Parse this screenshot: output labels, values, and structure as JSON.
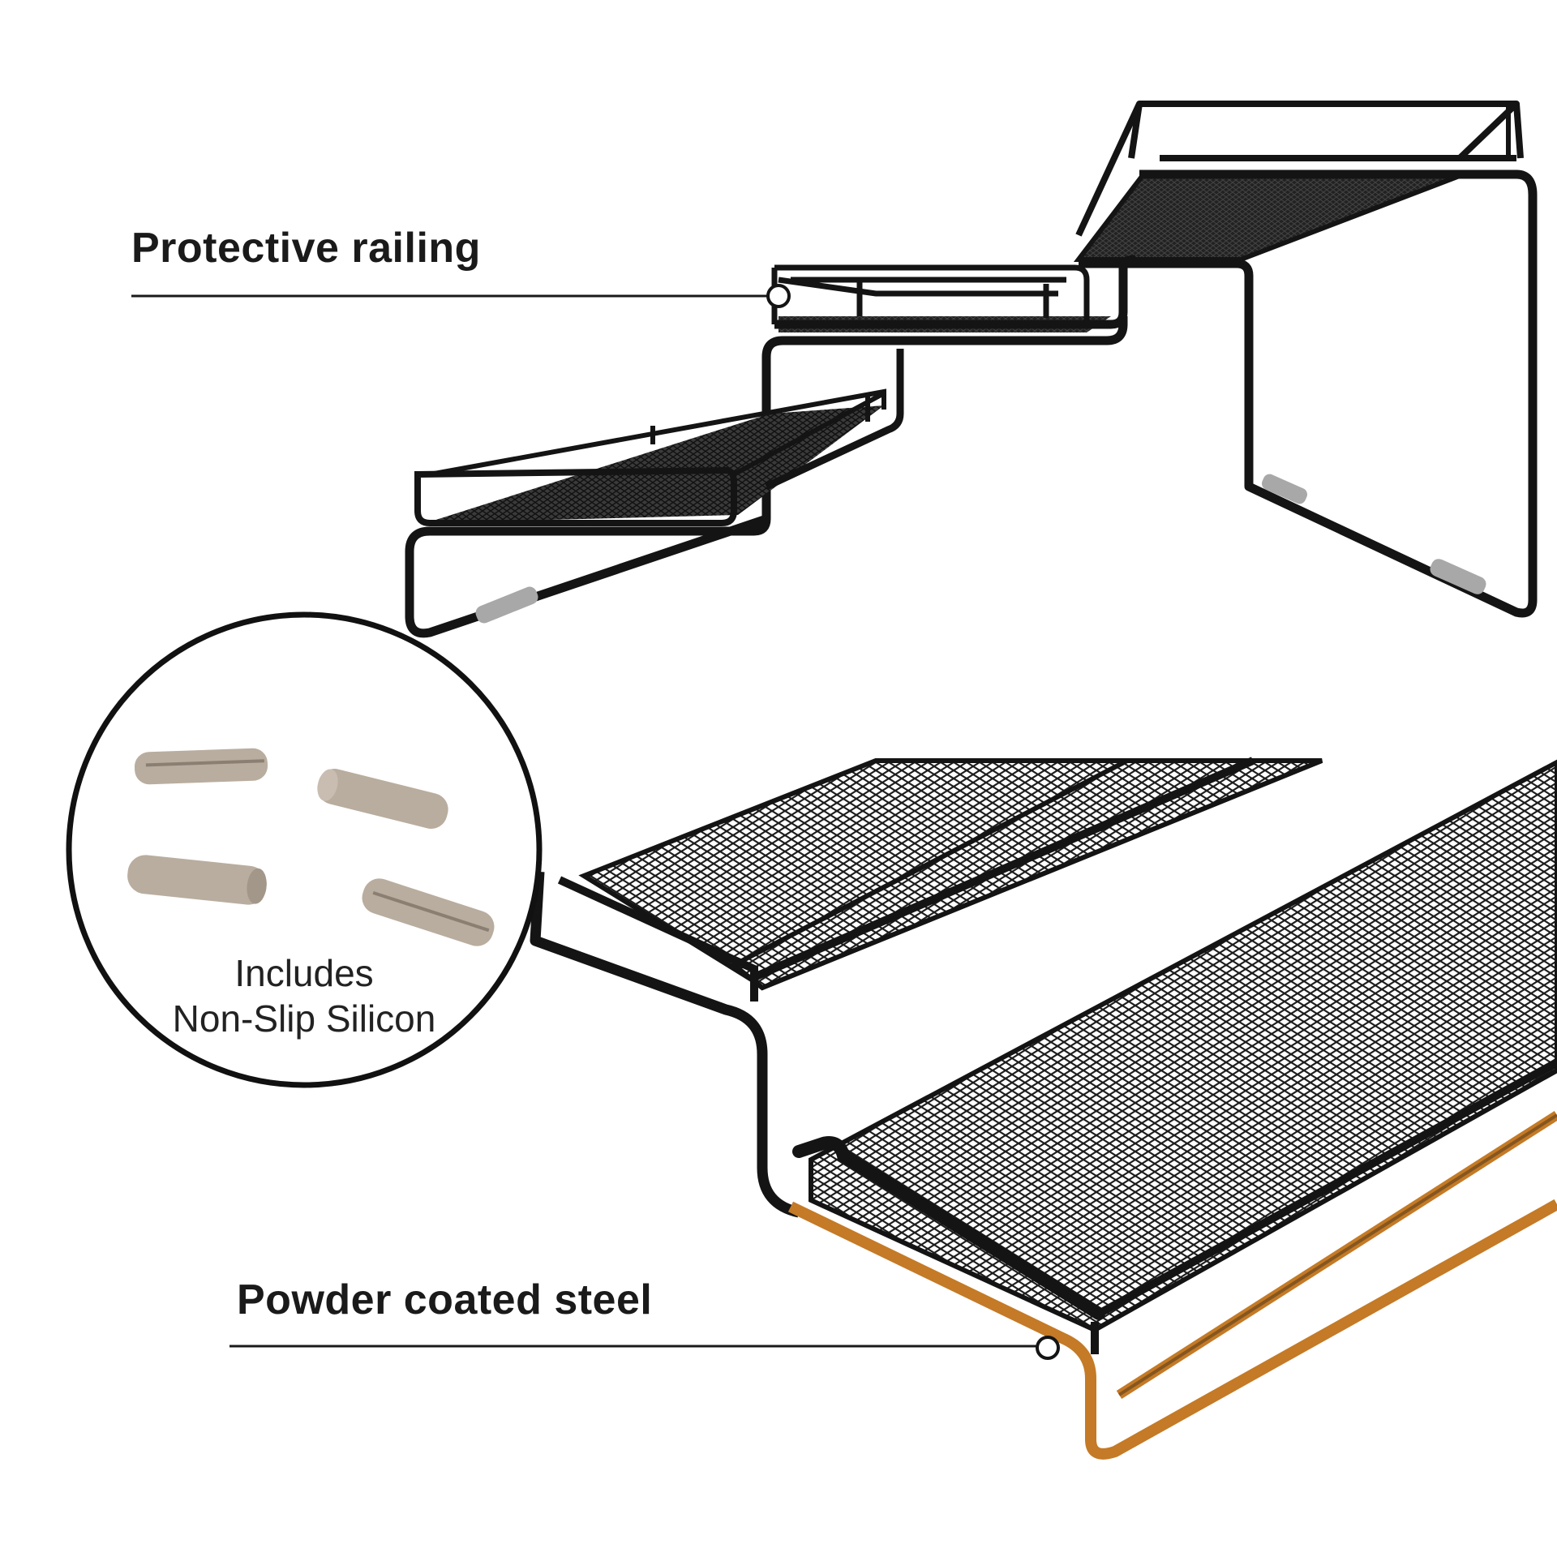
{
  "callouts": {
    "top": "Protective railing",
    "bottom": "Powder coated steel"
  },
  "badge": {
    "line1": "Includes",
    "line2": "Non-Slip Silicon"
  },
  "colors": {
    "frame": "#141414",
    "mesh": "#2a2a2a",
    "accent_copper": "#c47a26",
    "silicon_pad": "#b9ad9f",
    "foot_grey": "#a8a8a8",
    "leader_line": "#1a1a1a"
  },
  "icons": {
    "badge": "circle-badge",
    "leader_dot": "open-circle-marker"
  }
}
